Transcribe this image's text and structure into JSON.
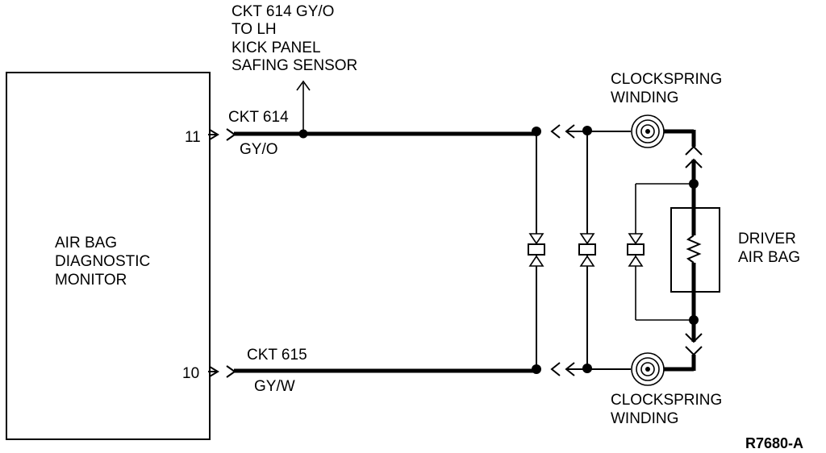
{
  "module": {
    "label_line1": "AIR BAG",
    "label_line2": "DIAGNOSTIC",
    "label_line3": "MONITOR",
    "pin_top": "11",
    "pin_bottom": "10"
  },
  "circuit_top": {
    "name": "CKT 614",
    "color": "GY/O"
  },
  "circuit_bottom": {
    "name": "CKT 615",
    "color": "GY/W"
  },
  "branch_note": {
    "line1": "CKT 614 GY/O",
    "line2": "TO LH",
    "line3": "KICK PANEL",
    "line4": "SAFING SENSOR"
  },
  "clockspring_top": {
    "line1": "CLOCKSPRING",
    "line2": "WINDING"
  },
  "clockspring_bottom": {
    "line1": "CLOCKSPRING",
    "line2": "WINDING"
  },
  "airbag": {
    "line1": "DRIVER",
    "line2": "AIR BAG"
  },
  "figure_id": "R7680-A"
}
